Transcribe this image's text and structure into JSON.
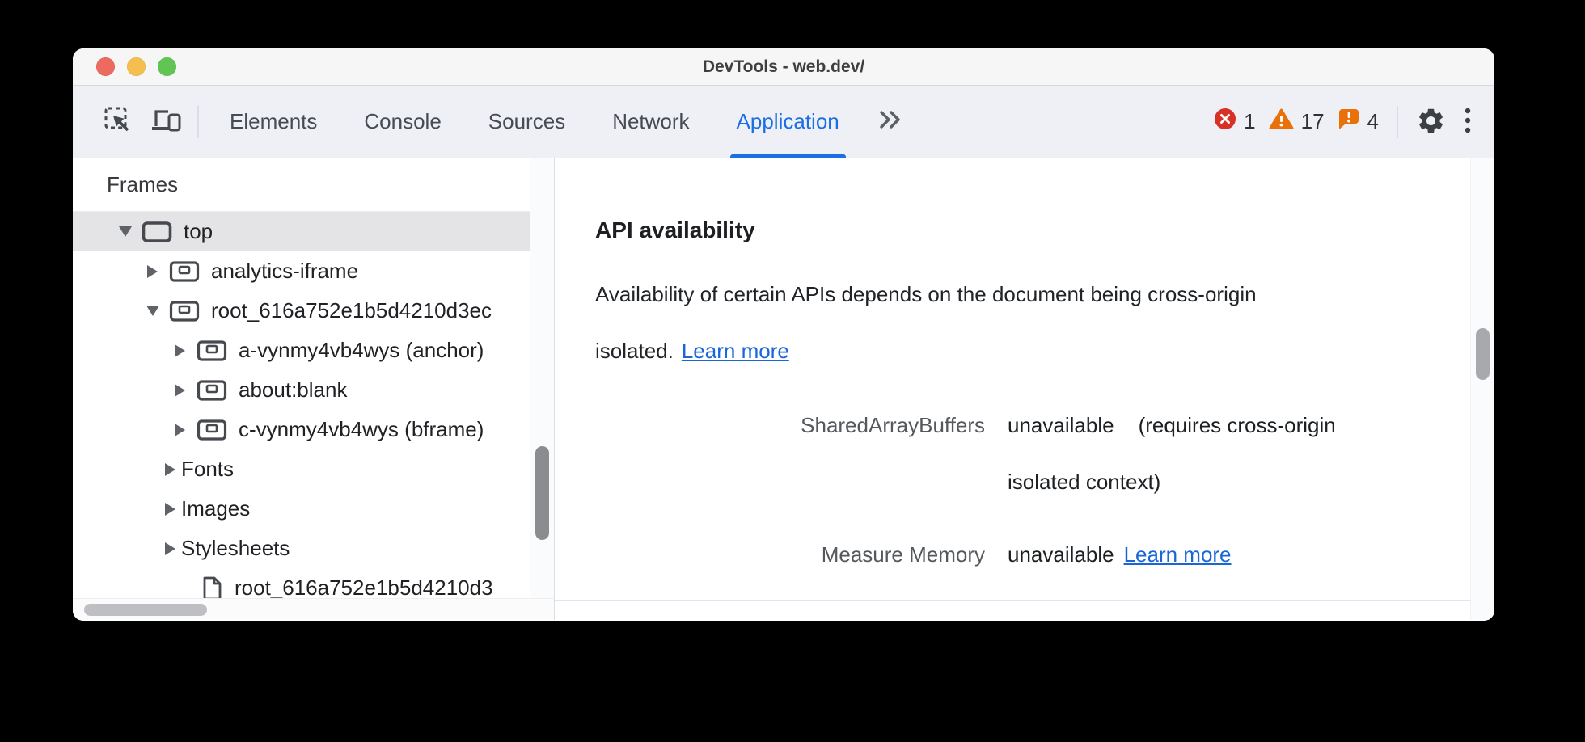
{
  "window": {
    "title": "DevTools - web.dev/"
  },
  "toolbar": {
    "tabs": [
      {
        "label": "Elements"
      },
      {
        "label": "Console"
      },
      {
        "label": "Sources"
      },
      {
        "label": "Network"
      },
      {
        "label": "Application"
      }
    ],
    "errors_count": "1",
    "warnings_count": "17",
    "issues_count": "4"
  },
  "sidebar": {
    "section_header": "Frames",
    "tree": [
      {
        "label": "top"
      },
      {
        "label": "analytics-iframe"
      },
      {
        "label": "root_616a752e1b5d4210d3ec"
      },
      {
        "label": "a-vynmy4vb4wys (anchor)"
      },
      {
        "label": "about:blank"
      },
      {
        "label": "c-vynmy4vb4wys (bframe)"
      },
      {
        "label": "Fonts"
      },
      {
        "label": "Images"
      },
      {
        "label": "Stylesheets"
      },
      {
        "label": "root_616a752e1b5d4210d3"
      }
    ]
  },
  "content": {
    "section_title": "API availability",
    "description_line1": "Availability of certain APIs depends on the document being cross-origin",
    "description_line2": "isolated.",
    "description_link": "Learn more",
    "rows": [
      {
        "name": "SharedArrayBuffers",
        "value": "unavailable",
        "note_line1": "(requires cross-origin",
        "note_line2": "isolated context)",
        "link": ""
      },
      {
        "name": "Measure Memory",
        "value": "unavailable",
        "note_line1": "",
        "note_line2": "",
        "link": "Learn more"
      }
    ]
  },
  "colors": {
    "accent_blue": "#1a6fe3",
    "link_blue": "#1a66d9",
    "error_red": "#d93025",
    "warning_orange": "#e8710a",
    "toolbar_bg": "#eef0f6",
    "selected_row_bg": "#e4e4e6"
  }
}
